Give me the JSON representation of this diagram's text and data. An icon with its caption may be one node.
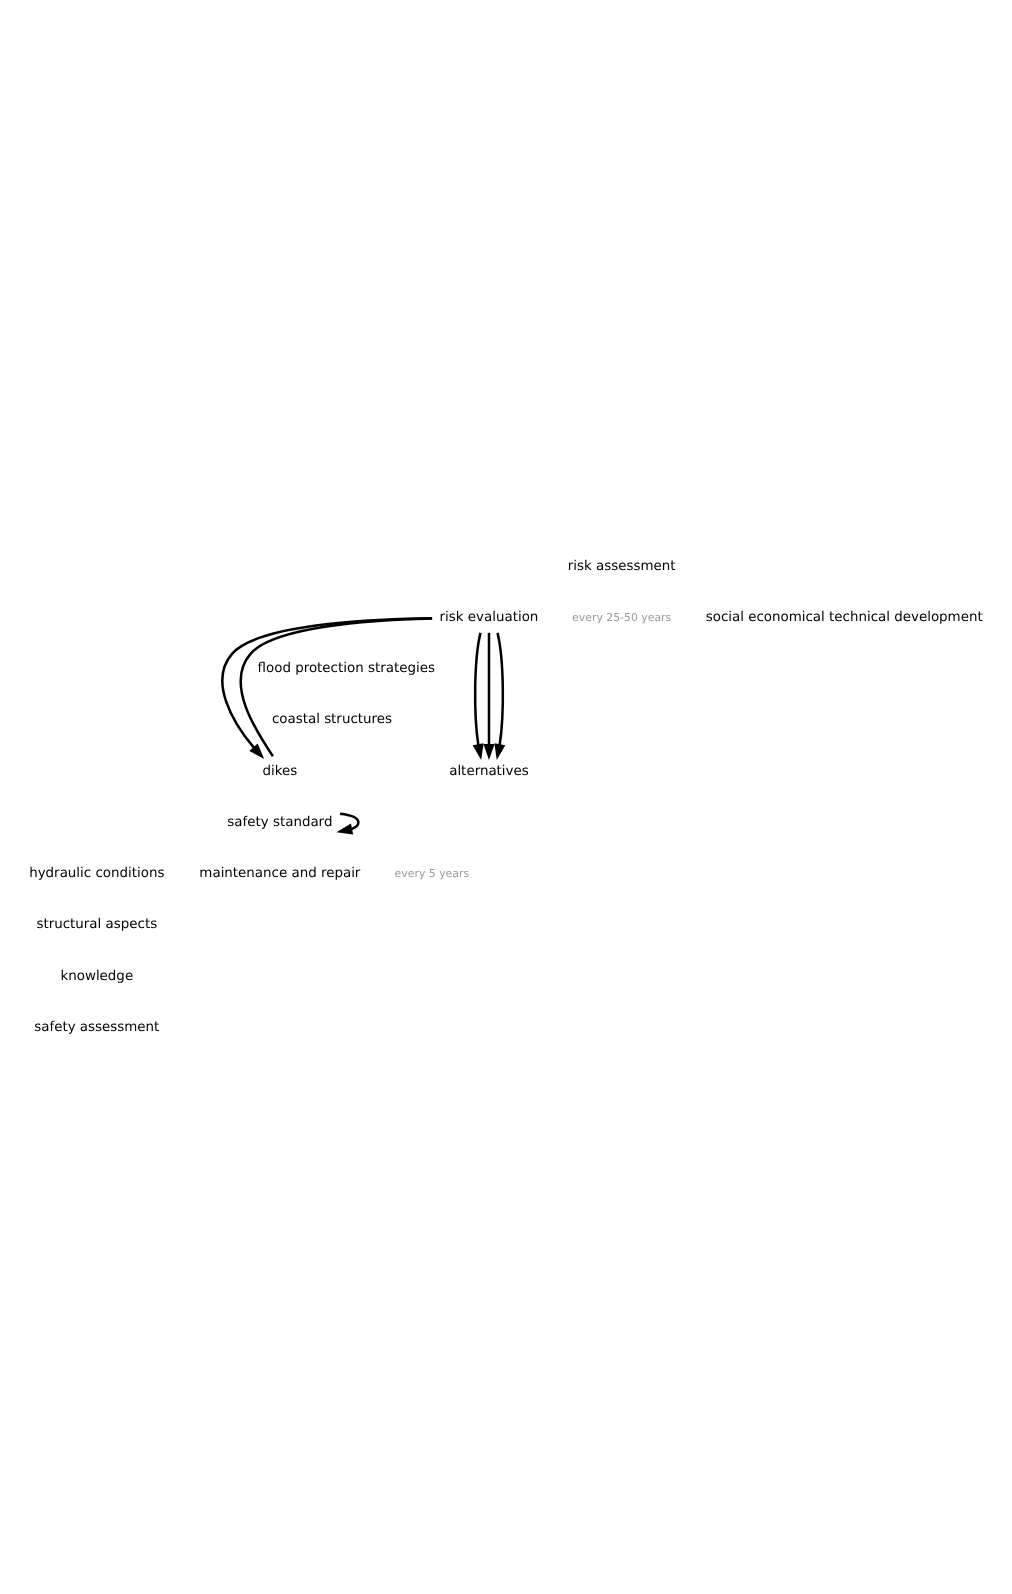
{
  "diagram": {
    "nodes": [
      {
        "text": [
          "risk evaluation"
        ]
      },
      {
        "text": [
          "dikes"
        ]
      },
      {
        "text": [
          "alternatives"
        ]
      },
      {
        "text": [
          "safety standard"
        ]
      }
    ],
    "edges": [
      {
        "from": 1,
        "to": 0,
        "arrow": "none"
      },
      {
        "from": 0,
        "to": 1,
        "arrow": "to"
      },
      {
        "from": 0,
        "to": 2,
        "arrow": "to"
      },
      {
        "from": 0,
        "to": 2,
        "arrow": "to"
      },
      {
        "from": 0,
        "to": 2,
        "arrow": "to"
      },
      {
        "from": 3,
        "to": 3,
        "arrow": "to"
      }
    ],
    "labels": [
      "risk assessment",
      "every 25-50 years",
      "social economical technical development",
      "flood protection strategies",
      "coastal structures",
      "hydraulic conditions",
      "maintenance and repair",
      "every 5 years",
      "structural aspects",
      "knowledge",
      "safety assessment"
    ]
  }
}
